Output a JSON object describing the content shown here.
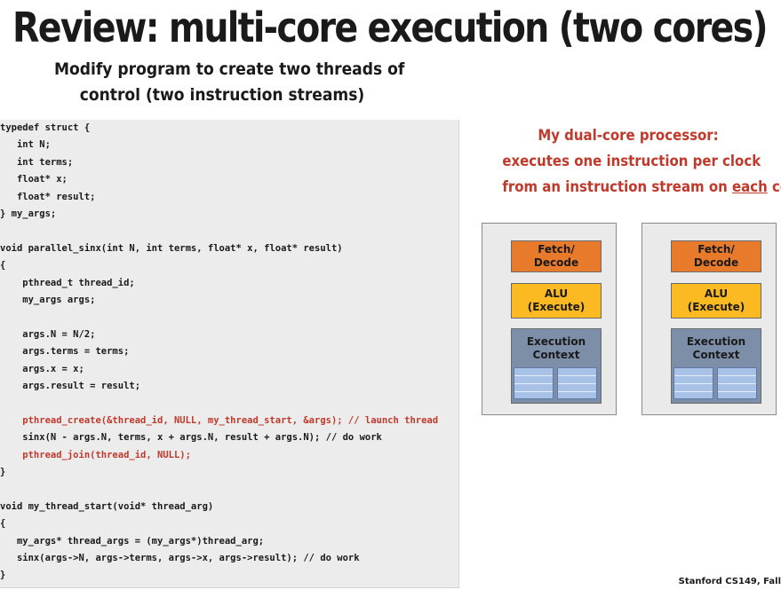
{
  "slide": {
    "title": "Review: multi-core execution (two cores)",
    "subtitle_line1": "Modify program to create two threads of",
    "subtitle_line2": "control (two instruction streams)",
    "footer": "Stanford CS149, Fall"
  },
  "code": [
    {
      "text": "typedef struct {",
      "red": false
    },
    {
      "text": "   int N;",
      "red": false
    },
    {
      "text": "   int terms;",
      "red": false
    },
    {
      "text": "   float* x;",
      "red": false
    },
    {
      "text": "   float* result;",
      "red": false
    },
    {
      "text": "} my_args;",
      "red": false
    },
    {
      "text": "",
      "red": false
    },
    {
      "text": "void parallel_sinx(int N, int terms, float* x, float* result)",
      "red": false
    },
    {
      "text": "{",
      "red": false
    },
    {
      "text": "    pthread_t thread_id;",
      "red": false
    },
    {
      "text": "    my_args args;",
      "red": false
    },
    {
      "text": "",
      "red": false
    },
    {
      "text": "    args.N = N/2;",
      "red": false
    },
    {
      "text": "    args.terms = terms;",
      "red": false
    },
    {
      "text": "    args.x = x;",
      "red": false
    },
    {
      "text": "    args.result = result;",
      "red": false
    },
    {
      "text": "",
      "red": false
    },
    {
      "text": "    pthread_create(&thread_id, NULL, my_thread_start, &args); // launch thread",
      "red": true
    },
    {
      "text": "    sinx(N - args.N, terms, x + args.N, result + args.N); // do work",
      "red": false
    },
    {
      "text": "    pthread_join(thread_id, NULL);",
      "red": true
    },
    {
      "text": "}",
      "red": false
    },
    {
      "text": "",
      "red": false
    },
    {
      "text": "void my_thread_start(void* thread_arg)",
      "red": false
    },
    {
      "text": "{",
      "red": false
    },
    {
      "text": "   my_args* thread_args = (my_args*)thread_arg;",
      "red": false
    },
    {
      "text": "   sinx(args->N, args->terms, args->x, args->result); // do work",
      "red": false
    },
    {
      "text": "}",
      "red": false
    }
  ],
  "caption": {
    "line1": "My dual-core processor:",
    "line2": "executes one instruction per clock",
    "line3_prefix": "from an instruction stream on ",
    "line3_underlined": "each",
    "line3_suffix": " core."
  },
  "cores": [
    {
      "fetch_line1": "Fetch/",
      "fetch_line2": "Decode",
      "alu_line1": "ALU",
      "alu_line2": "(Execute)",
      "ctx_line1": "Execution",
      "ctx_line2": "Context"
    },
    {
      "fetch_line1": "Fetch/",
      "fetch_line2": "Decode",
      "alu_line1": "ALU",
      "alu_line2": "(Execute)",
      "ctx_line1": "Execution",
      "ctx_line2": "Context"
    }
  ],
  "colors": {
    "accent_red": "#c0392b",
    "fetch_orange": "#e87a2c",
    "alu_yellow": "#fbba22",
    "context_blue": "#7d8ea8"
  }
}
